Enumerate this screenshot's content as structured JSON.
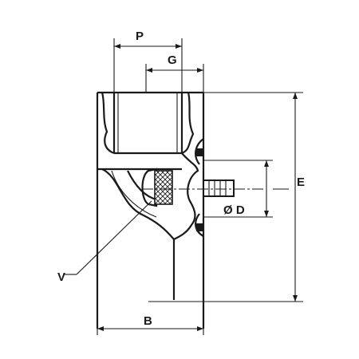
{
  "diagram": {
    "labels": {
      "P": "P",
      "G": "G",
      "E": "E",
      "D": "Ø D",
      "V": "V",
      "B": "B"
    }
  }
}
